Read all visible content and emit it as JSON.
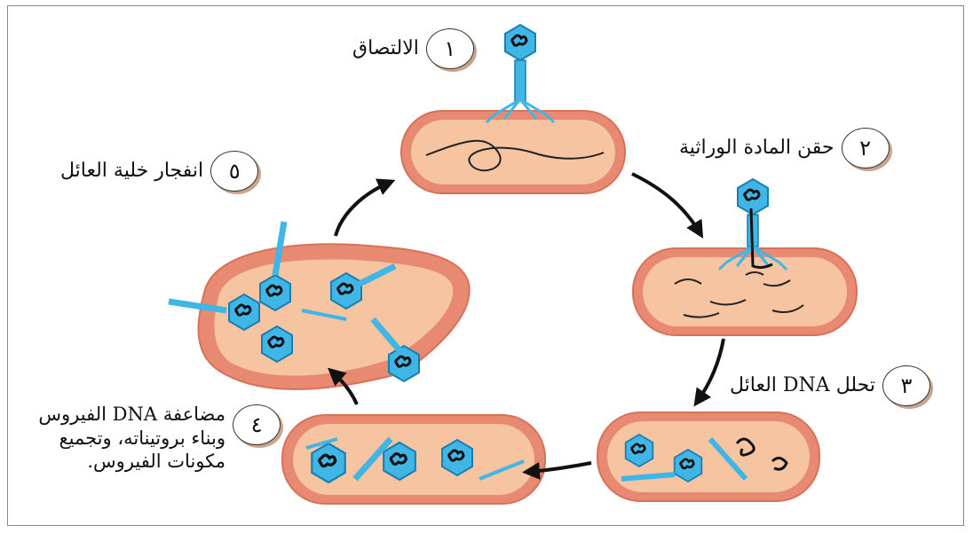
{
  "colors": {
    "cell_outer": "#e88a72",
    "cell_inner": "#f6c4a1",
    "cell_rim": "#d9705a",
    "phage": "#3fb6e6",
    "phage_dark": "#1a7fb0",
    "dna": "#1a1a1a",
    "arrow": "#111111"
  },
  "steps": [
    {
      "num": "١",
      "label": "الالتصاق"
    },
    {
      "num": "٢",
      "label": "حقن المادة الوراثية"
    },
    {
      "num": "٣",
      "label": "تحلل DNA العائل"
    },
    {
      "num": "٤",
      "label": "مضاعفة DNA الفيروس وبناء بروتيناته، وتجميع مكونات الفيروس."
    },
    {
      "num": "٥",
      "label": "انفجار خلية العائل"
    }
  ]
}
